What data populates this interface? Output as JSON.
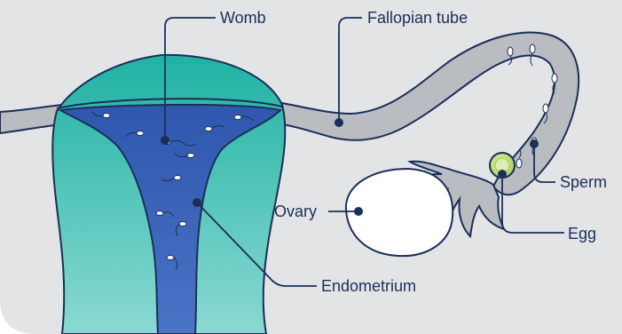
{
  "labels": {
    "womb": "Womb",
    "fallopian_tube": "Fallopian tube",
    "sperm": "Sperm",
    "ovary": "Ovary",
    "egg": "Egg",
    "endometrium": "Endometrium"
  },
  "colors": {
    "background_panel": "#e3e4e5",
    "uterus_teal_top": "#2fb8a8",
    "uterus_teal_bottom": "#7fd6cf",
    "endometrium_blue": "#3a63b8",
    "tube_gray": "#b9bcc0",
    "outline_navy": "#1a2f5a",
    "ovary_fill": "#ffffff",
    "egg_green": "#b8d96a"
  },
  "icons": [
    "sperm-icon",
    "egg-icon"
  ]
}
